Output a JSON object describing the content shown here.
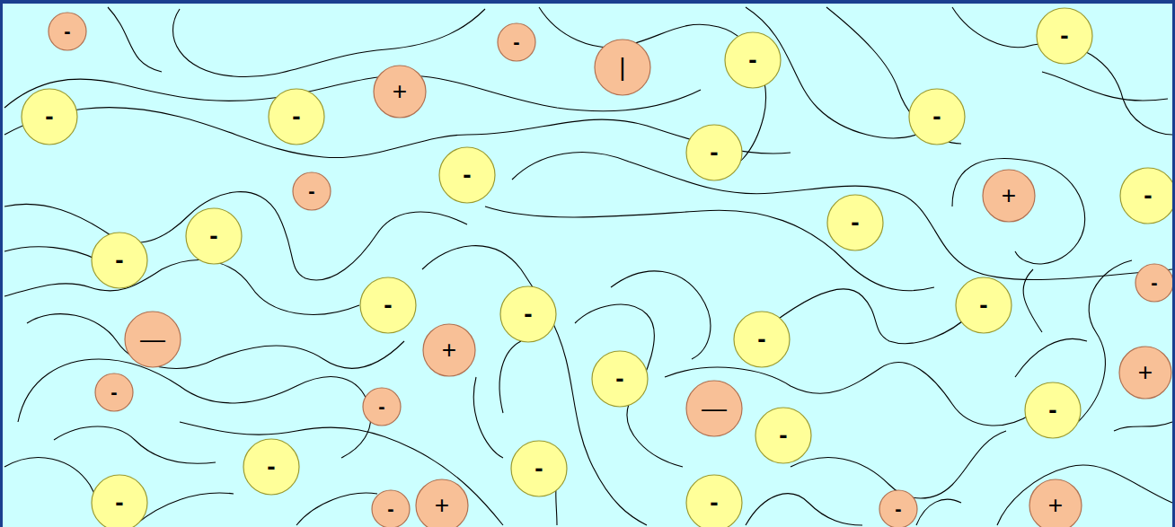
{
  "diagram": {
    "nodes": [
      {
        "text": [
          "-"
        ]
      },
      {
        "text": [
          "-"
        ]
      },
      {
        "text": [
          "-"
        ]
      },
      {
        "text": [
          "-"
        ]
      },
      {
        "text": [
          "|"
        ]
      },
      {
        "text": [
          "+"
        ]
      },
      {
        "text": [
          "-"
        ]
      },
      {
        "text": [
          "-"
        ]
      },
      {
        "text": [
          "-"
        ]
      },
      {
        "text": [
          "-"
        ]
      },
      {
        "text": [
          "-"
        ]
      },
      {
        "text": [
          "-"
        ]
      },
      {
        "text": [
          "+"
        ]
      },
      {
        "text": [
          "-"
        ]
      },
      {
        "text": [
          "-"
        ]
      },
      {
        "text": [
          "-"
        ]
      },
      {
        "text": [
          "-"
        ]
      },
      {
        "text": [
          "-"
        ]
      },
      {
        "text": [
          "-"
        ]
      },
      {
        "text": [
          "-"
        ]
      },
      {
        "text": [
          "-"
        ]
      },
      {
        "text": [
          "—"
        ]
      },
      {
        "text": [
          "-"
        ]
      },
      {
        "text": [
          "+"
        ]
      },
      {
        "text": [
          "+"
        ]
      },
      {
        "text": [
          "-"
        ]
      },
      {
        "text": [
          "-"
        ]
      },
      {
        "text": [
          "-"
        ]
      },
      {
        "text": [
          "—"
        ]
      },
      {
        "text": [
          "-"
        ]
      },
      {
        "text": [
          "-"
        ]
      },
      {
        "text": [
          "-"
        ]
      },
      {
        "text": [
          "-"
        ]
      },
      {
        "text": [
          "-"
        ]
      },
      {
        "text": [
          "-"
        ]
      },
      {
        "text": [
          "+"
        ]
      },
      {
        "text": [
          "-"
        ]
      },
      {
        "text": [
          "-"
        ]
      },
      {
        "text": [
          "+"
        ]
      }
    ]
  }
}
